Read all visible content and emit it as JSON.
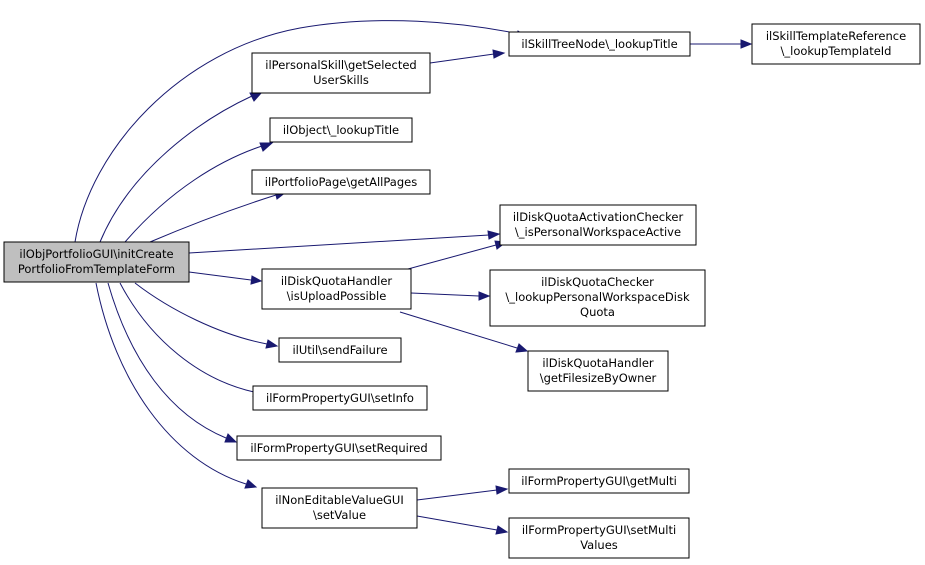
{
  "colors": {
    "root_fill": "#bfbfbf",
    "node_fill": "#ffffff",
    "border": "#000000",
    "edge": "#191970"
  },
  "nodes": {
    "root": {
      "lines": [
        "ilObjPortfolioGUI\\initCreate",
        "PortfolioFromTemplateForm"
      ]
    },
    "skilltree": {
      "lines": [
        "ilSkillTreeNode\\_lookupTitle"
      ]
    },
    "skilltemplate": {
      "lines": [
        "ilSkillTemplateReference",
        "\\_lookupTemplateId"
      ]
    },
    "personalskill": {
      "lines": [
        "ilPersonalSkill\\getSelected",
        "UserSkills"
      ]
    },
    "objlookup": {
      "lines": [
        "ilObject\\_lookupTitle"
      ]
    },
    "portfoliopage": {
      "lines": [
        "ilPortfolioPage\\getAllPages"
      ]
    },
    "quotaactivation": {
      "lines": [
        "ilDiskQuotaActivationChecker",
        "\\_isPersonalWorkspaceActive"
      ]
    },
    "quotahandler": {
      "lines": [
        "ilDiskQuotaHandler",
        "\\isUploadPossible"
      ]
    },
    "quotachecker": {
      "lines": [
        "ilDiskQuotaChecker",
        "\\_lookupPersonalWorkspaceDisk",
        "Quota"
      ]
    },
    "filesize": {
      "lines": [
        "ilDiskQuotaHandler",
        "\\getFilesizeByOwner"
      ]
    },
    "sendfailure": {
      "lines": [
        "ilUtil\\sendFailure"
      ]
    },
    "setinfo": {
      "lines": [
        "ilFormPropertyGUI\\setInfo"
      ]
    },
    "setrequired": {
      "lines": [
        "ilFormPropertyGUI\\setRequired"
      ]
    },
    "noneditable": {
      "lines": [
        "ilNonEditableValueGUI",
        "\\setValue"
      ]
    },
    "getmulti": {
      "lines": [
        "ilFormPropertyGUI\\getMulti"
      ]
    },
    "setmulti": {
      "lines": [
        "ilFormPropertyGUI\\setMulti",
        "Values"
      ]
    }
  }
}
